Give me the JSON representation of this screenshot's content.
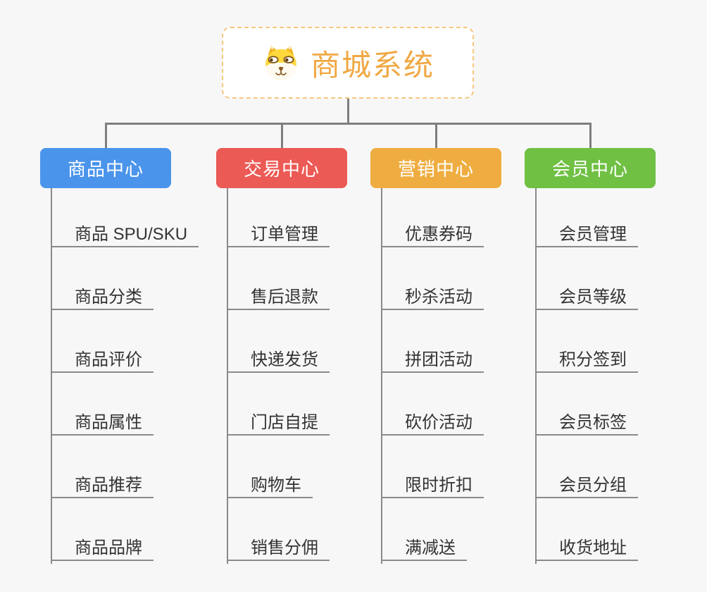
{
  "root": {
    "title": "商城系统",
    "icon": "dog-face-icon",
    "title_color": "#f0a843",
    "border_color": "#f6c77d"
  },
  "connector_color": "#7e7e7e",
  "leaf_line_color": "#8a8a8a",
  "branches": [
    {
      "label": "商品中心",
      "color": "#4b94eb",
      "children": [
        "商品 SPU/SKU",
        "商品分类",
        "商品评价",
        "商品属性",
        "商品推荐",
        "商品品牌"
      ]
    },
    {
      "label": "交易中心",
      "color": "#ec5a55",
      "children": [
        "订单管理",
        "售后退款",
        "快递发货",
        "门店自提",
        "购物车",
        "销售分佣"
      ]
    },
    {
      "label": "营销中心",
      "color": "#efad41",
      "children": [
        "优惠券码",
        "秒杀活动",
        "拼团活动",
        "砍价活动",
        "限时折扣",
        "满减送"
      ]
    },
    {
      "label": "会员中心",
      "color": "#6fc043",
      "children": [
        "会员管理",
        "会员等级",
        "积分签到",
        "会员标签",
        "会员分组",
        "收货地址"
      ]
    }
  ]
}
